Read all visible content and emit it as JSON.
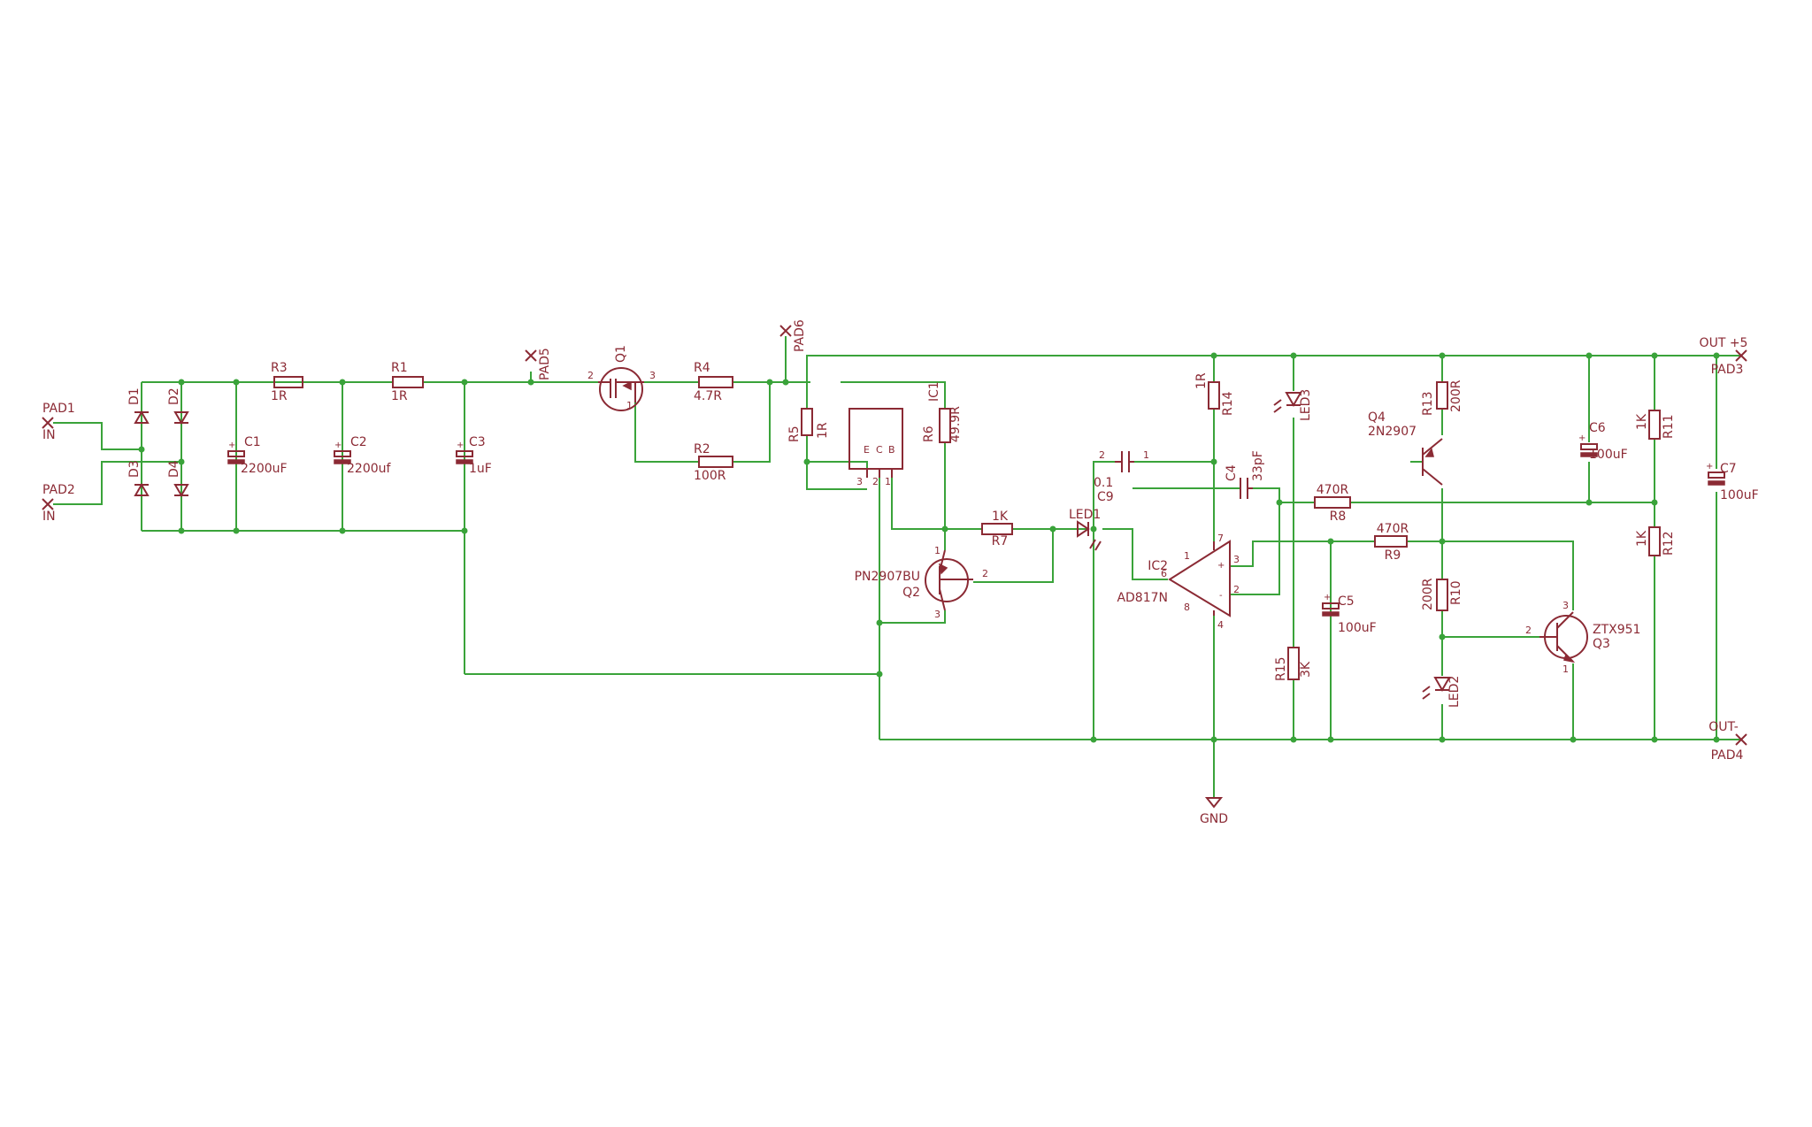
{
  "pads": {
    "pad1": {
      "name": "PAD1",
      "net": "IN"
    },
    "pad2": {
      "name": "PAD2",
      "net": "IN"
    },
    "pad3": {
      "name": "PAD3",
      "net": "OUT +5"
    },
    "pad4": {
      "name": "PAD4",
      "net": "OUT-"
    },
    "pad5": {
      "name": "PAD5"
    },
    "pad6": {
      "name": "PAD6"
    }
  },
  "components": {
    "d1": {
      "name": "D1"
    },
    "d2": {
      "name": "D2"
    },
    "d3": {
      "name": "D3"
    },
    "d4": {
      "name": "D4"
    },
    "c1": {
      "name": "C1",
      "value": "2200uF"
    },
    "c2": {
      "name": "C2",
      "value": "2200uf"
    },
    "c3": {
      "name": "C3",
      "value": "1uF"
    },
    "r3": {
      "name": "R3",
      "value": "1R"
    },
    "r1": {
      "name": "R1",
      "value": "1R"
    },
    "q1": {
      "name": "Q1"
    },
    "r4": {
      "name": "R4",
      "value": "4.7R"
    },
    "r2": {
      "name": "R2",
      "value": "100R"
    },
    "r5": {
      "name": "R5",
      "value": "1R"
    },
    "ic1": {
      "name": "IC1",
      "pin_e": "E",
      "pin_c": "C",
      "pin_b": "B"
    },
    "r6": {
      "name": "R6",
      "value": "49.9R"
    },
    "r7": {
      "name": "R7",
      "value": "1K"
    },
    "q2": {
      "name": "Q2",
      "value": "PN2907BU"
    },
    "led1": {
      "name": "LED1"
    },
    "c9": {
      "name": "C9",
      "value": "0.1"
    },
    "c4": {
      "name": "C4",
      "value": "33pF"
    },
    "ic2": {
      "name": "IC2",
      "value": "AD817N"
    },
    "r14": {
      "name": "R14",
      "value": "1R"
    },
    "led3": {
      "name": "LED3"
    },
    "r15": {
      "name": "R15",
      "value": "3K"
    },
    "r8": {
      "name": "R8",
      "value": "470R"
    },
    "r9": {
      "name": "R9",
      "value": "470R"
    },
    "c5": {
      "name": "C5",
      "value": "100uF"
    },
    "q4": {
      "name": "Q4",
      "value": "2N2907"
    },
    "r13": {
      "name": "R13",
      "value": "200R"
    },
    "r10": {
      "name": "R10",
      "value": "200R"
    },
    "led2": {
      "name": "LED2"
    },
    "q3": {
      "name": "Q3",
      "value": "ZTX951"
    },
    "c6": {
      "name": "C6",
      "value": "100uF"
    },
    "r11": {
      "name": "R11",
      "value": "1K"
    },
    "r12": {
      "name": "R12",
      "value": "1K"
    },
    "c7": {
      "name": "C7",
      "value": "100uF"
    }
  },
  "gnd": {
    "label": "GND"
  },
  "pins": {
    "p1": "1",
    "p2": "2",
    "p3": "3",
    "p4": "4",
    "p6": "6",
    "p7": "7",
    "p8": "8",
    "plus": "+",
    "minus": "-"
  }
}
